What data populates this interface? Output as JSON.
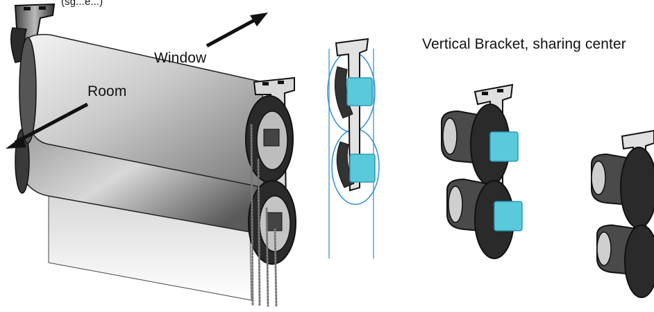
{
  "labels": {
    "window": "Window",
    "room": "Room",
    "vertical_bracket": "Vertical Bracket, sharing center",
    "top_fragment": "(sg...e...)"
  },
  "icons": {
    "window_direction": "arrow-icon",
    "room_direction": "arrow-icon"
  },
  "colors": {
    "line": "#111111",
    "clutch_highlight": "#5bc9dc",
    "circle_outline": "#2f8fd8"
  }
}
